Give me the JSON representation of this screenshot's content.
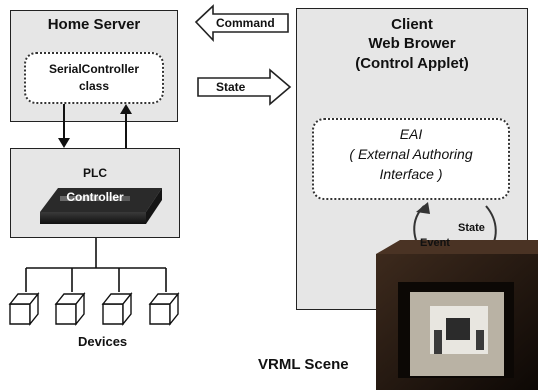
{
  "home_server": {
    "title": "Home Server",
    "class_line1": "SerialController",
    "class_line2": "class"
  },
  "plc": {
    "line1": "PLC",
    "line2": "Controller"
  },
  "client": {
    "line1": "Client",
    "line2": "Web Brower",
    "line3": "(Control Applet)"
  },
  "eai": {
    "line1": "EAI",
    "line2": "( External Authoring",
    "line3": "Interface )"
  },
  "arrows": {
    "command": "Command",
    "state_right": "State",
    "state_curve": "State",
    "event_curve": "Event"
  },
  "devices": {
    "label": "Devices",
    "count": 4
  },
  "vrml": {
    "label": "VRML Scene"
  },
  "colors": {
    "panel_fill": "#e4e4e4",
    "line": "#222222",
    "vrml_frame": "#2a1a12",
    "vrml_inner": "#b9b2a4"
  }
}
